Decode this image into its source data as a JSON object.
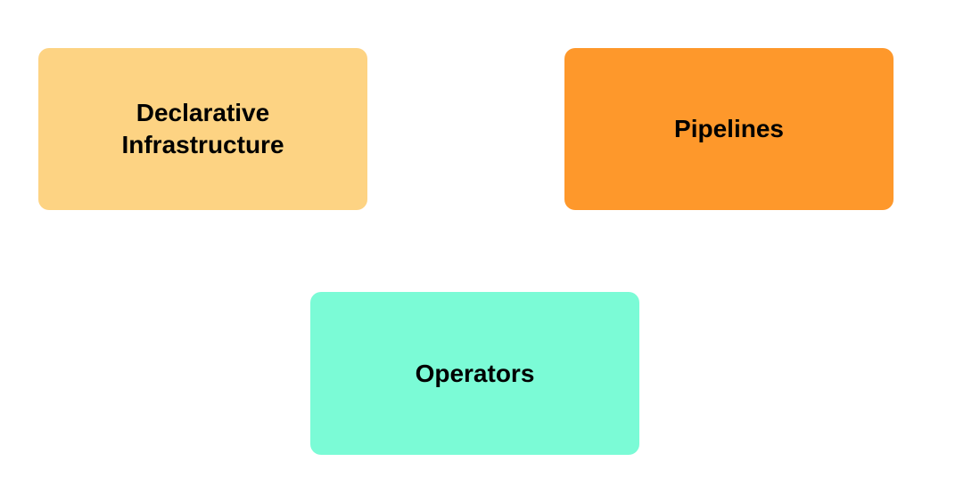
{
  "boxes": {
    "declarative": {
      "label": "Declarative\nInfrastructure",
      "color": "#FDD383"
    },
    "pipelines": {
      "label": "Pipelines",
      "color": "#FE982B"
    },
    "operators": {
      "label": "Operators",
      "color": "#7BFBD6"
    }
  }
}
